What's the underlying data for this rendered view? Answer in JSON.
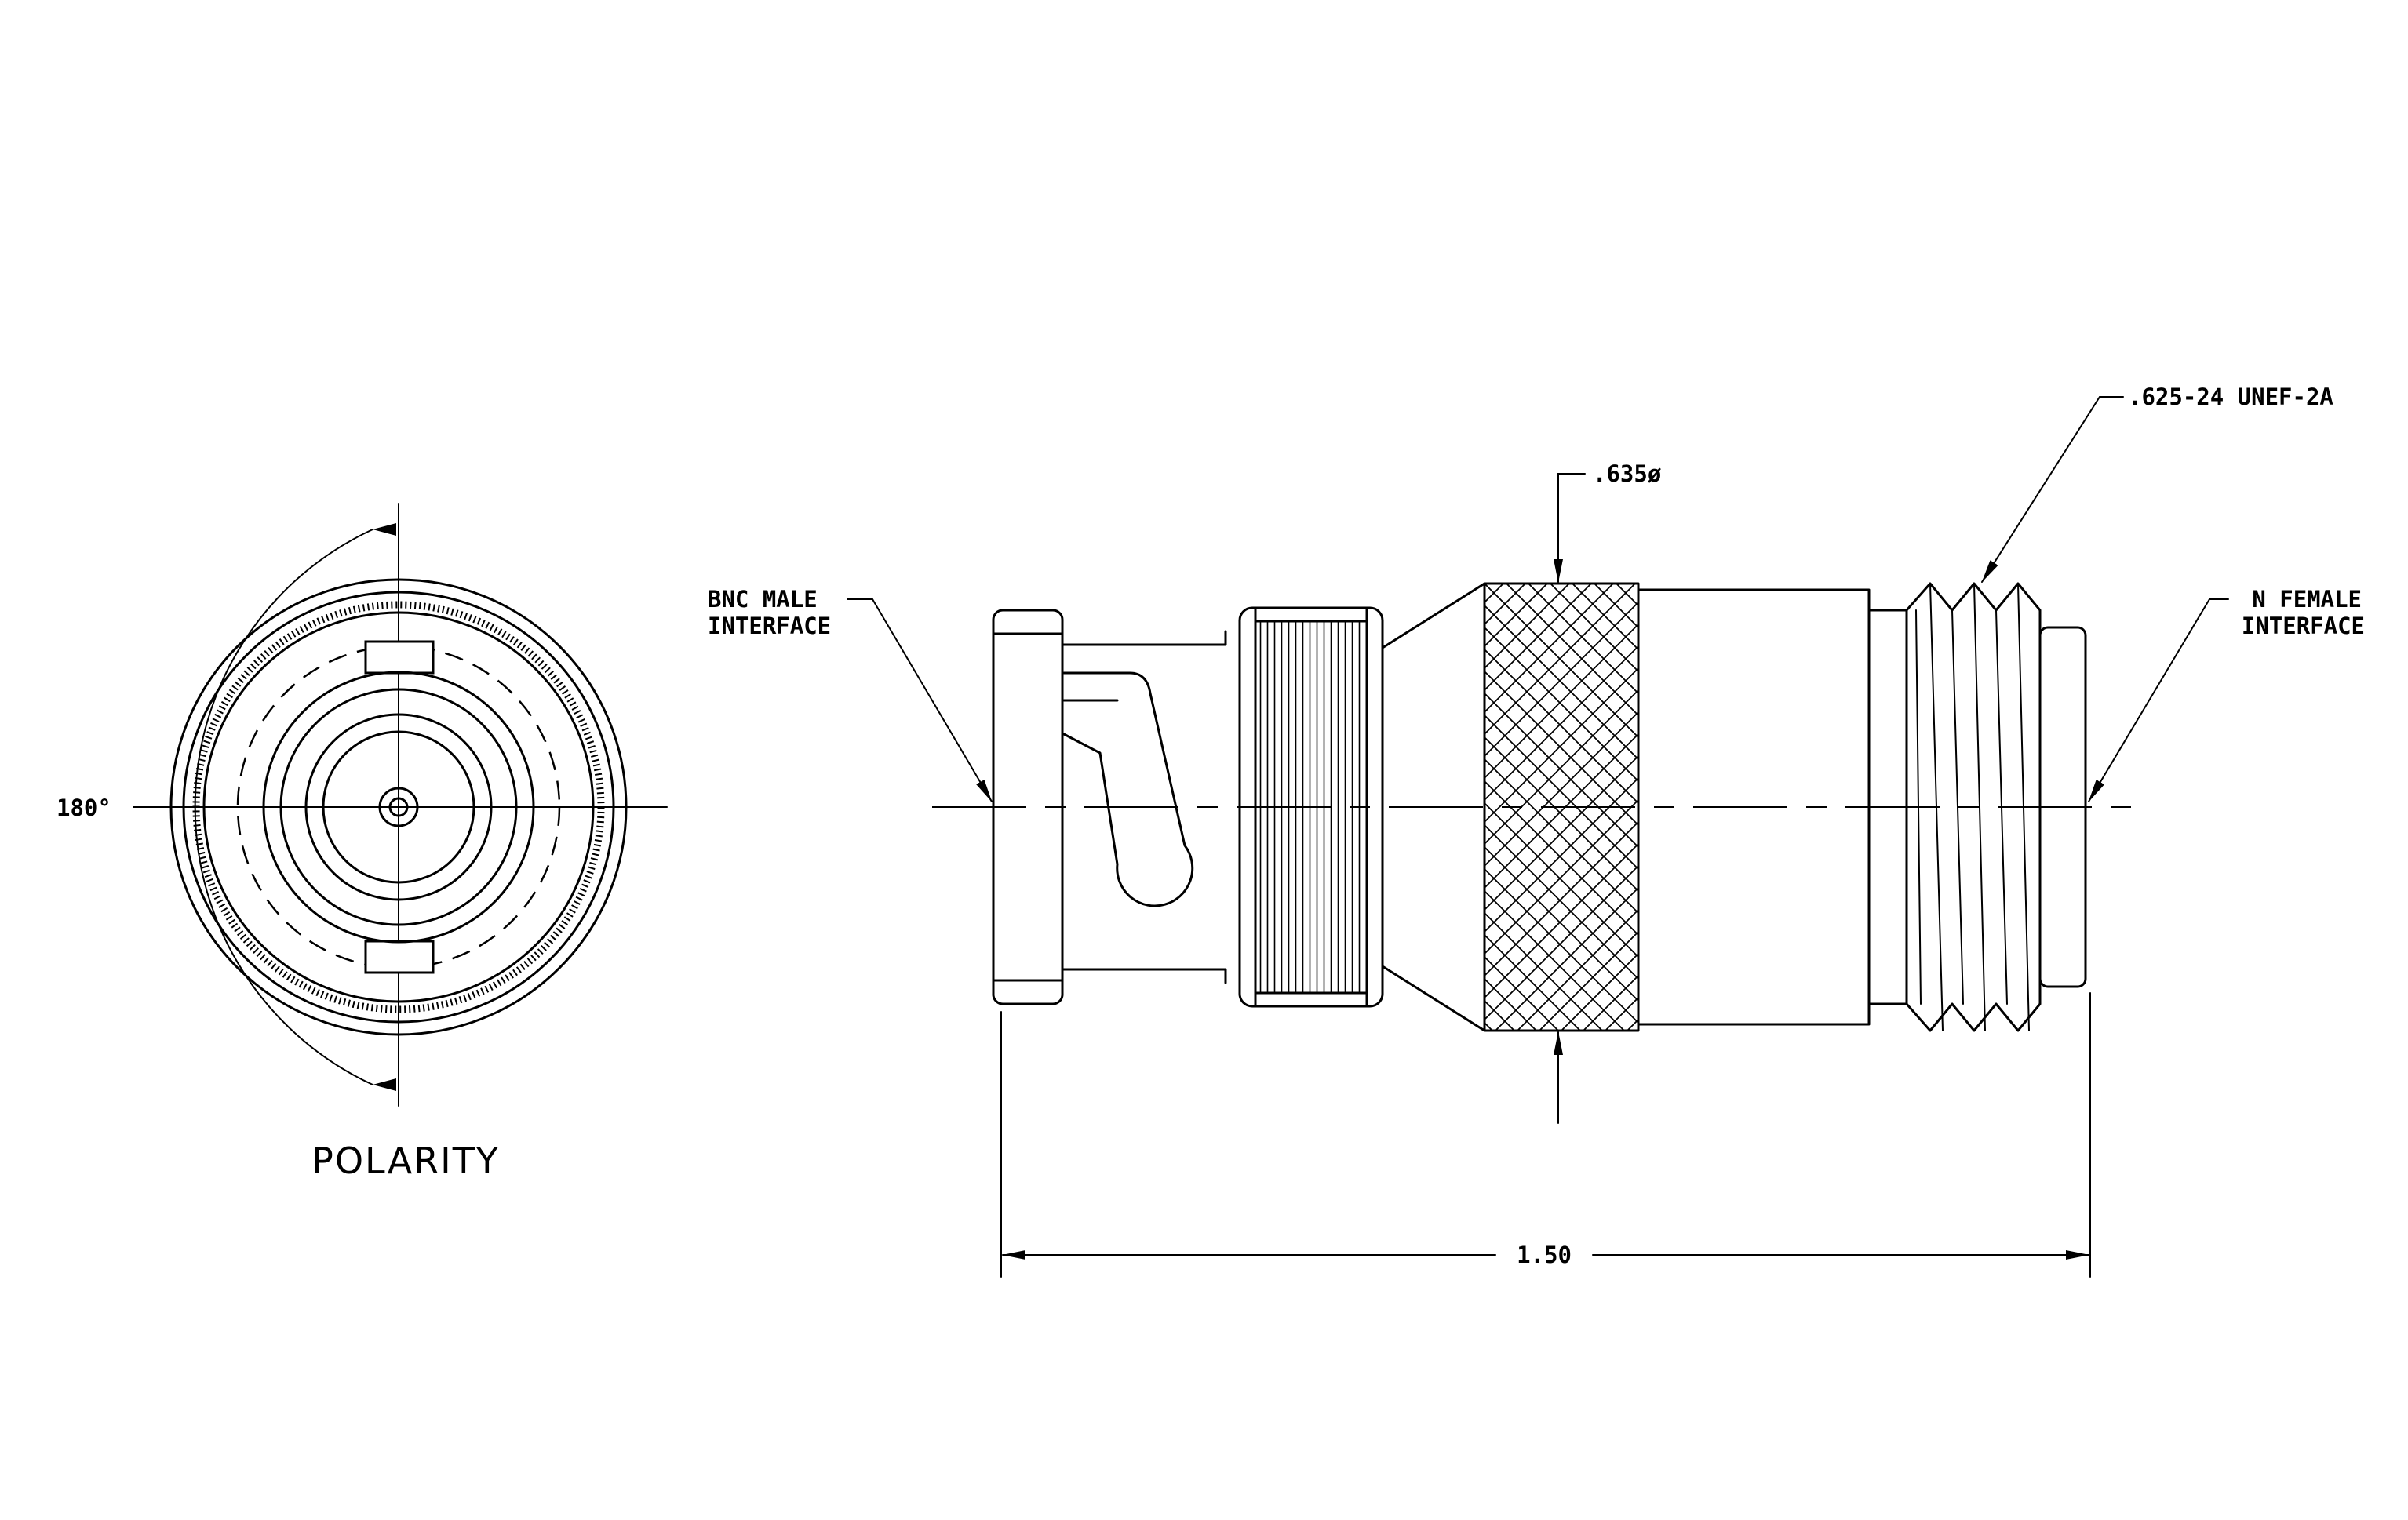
{
  "polarity_view": {
    "title": "POLARITY",
    "angle_label": "180°"
  },
  "side_view": {
    "bnc_label_line1": "BNC MALE",
    "bnc_label_line2": "INTERFACE",
    "n_label_line1": "N FEMALE",
    "n_label_line2": "INTERFACE",
    "diameter_label": ".635ø",
    "thread_label": ".625-24 UNEF-2A",
    "length_label": "1.50"
  }
}
